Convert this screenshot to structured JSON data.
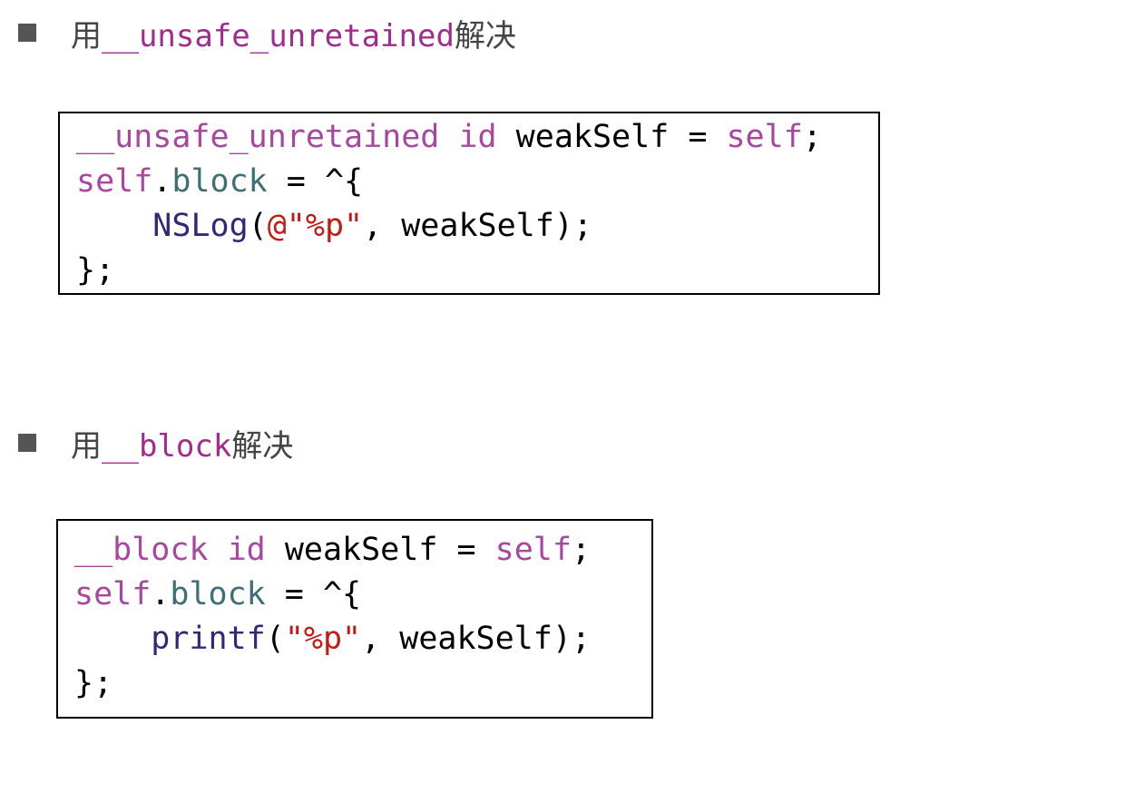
{
  "section1": {
    "prefix": "用",
    "keyword": "__unsafe_unretained",
    "suffix": "解决",
    "code": {
      "line1": {
        "kw1": "__unsafe_unretained",
        "kw2": "id",
        "var": " weakSelf = ",
        "self": "self",
        "end": ";"
      },
      "line2": {
        "self": "self",
        "dot": ".",
        "prop": "block",
        "rest": " = ^{"
      },
      "line3": {
        "indent": "    ",
        "fn": "NSLog",
        "open": "(",
        "str": "@\"%p\"",
        "rest": ", weakSelf);"
      },
      "line4": {
        "text": "};"
      }
    }
  },
  "section2": {
    "prefix": "用",
    "keyword": "__block",
    "suffix": "解决",
    "code": {
      "line1": {
        "kw1": "__block",
        "kw2": "id",
        "var": " weakSelf = ",
        "self": "self",
        "end": ";"
      },
      "line2": {
        "self": "self",
        "dot": ".",
        "prop": "block",
        "rest": " = ^{"
      },
      "line3": {
        "indent": "    ",
        "fn": "printf",
        "open": "(",
        "str": "\"%p\"",
        "rest": ", weakSelf);"
      },
      "line4": {
        "text": "};"
      }
    }
  },
  "colors": {
    "keyword": "#a846a0",
    "property": "#3f6e74",
    "function": "#2e2a78",
    "string": "#c41a16",
    "heading_mono": "#a02c8e"
  }
}
